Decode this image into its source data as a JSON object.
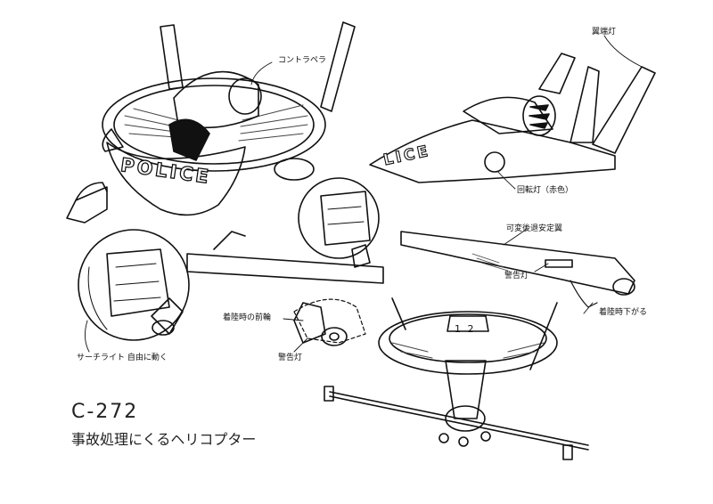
{
  "drawing": {
    "police_left": "POLICE",
    "police_right": "LICE",
    "craft_bottom_mark": "1 2",
    "labels": {
      "contra_propeller": "コントラペラ",
      "wing_lights": "翼端灯",
      "rotating_light": "回転灯（赤色）",
      "variable_stabilizer": "可変後退安定翼",
      "warning_light_right": "警告灯",
      "lowers_on_landing": "着陸時下がる",
      "landing_front_wheel": "着陸時の前輪",
      "warning_light_bottom": "警告灯",
      "searchlight": "サーチライト 自由に動く"
    },
    "code": "C-272",
    "caption": "事故処理にくるヘリコプター"
  },
  "colors": {
    "ink": "#111111",
    "paper": "#ffffff",
    "hatch": "#444444"
  }
}
